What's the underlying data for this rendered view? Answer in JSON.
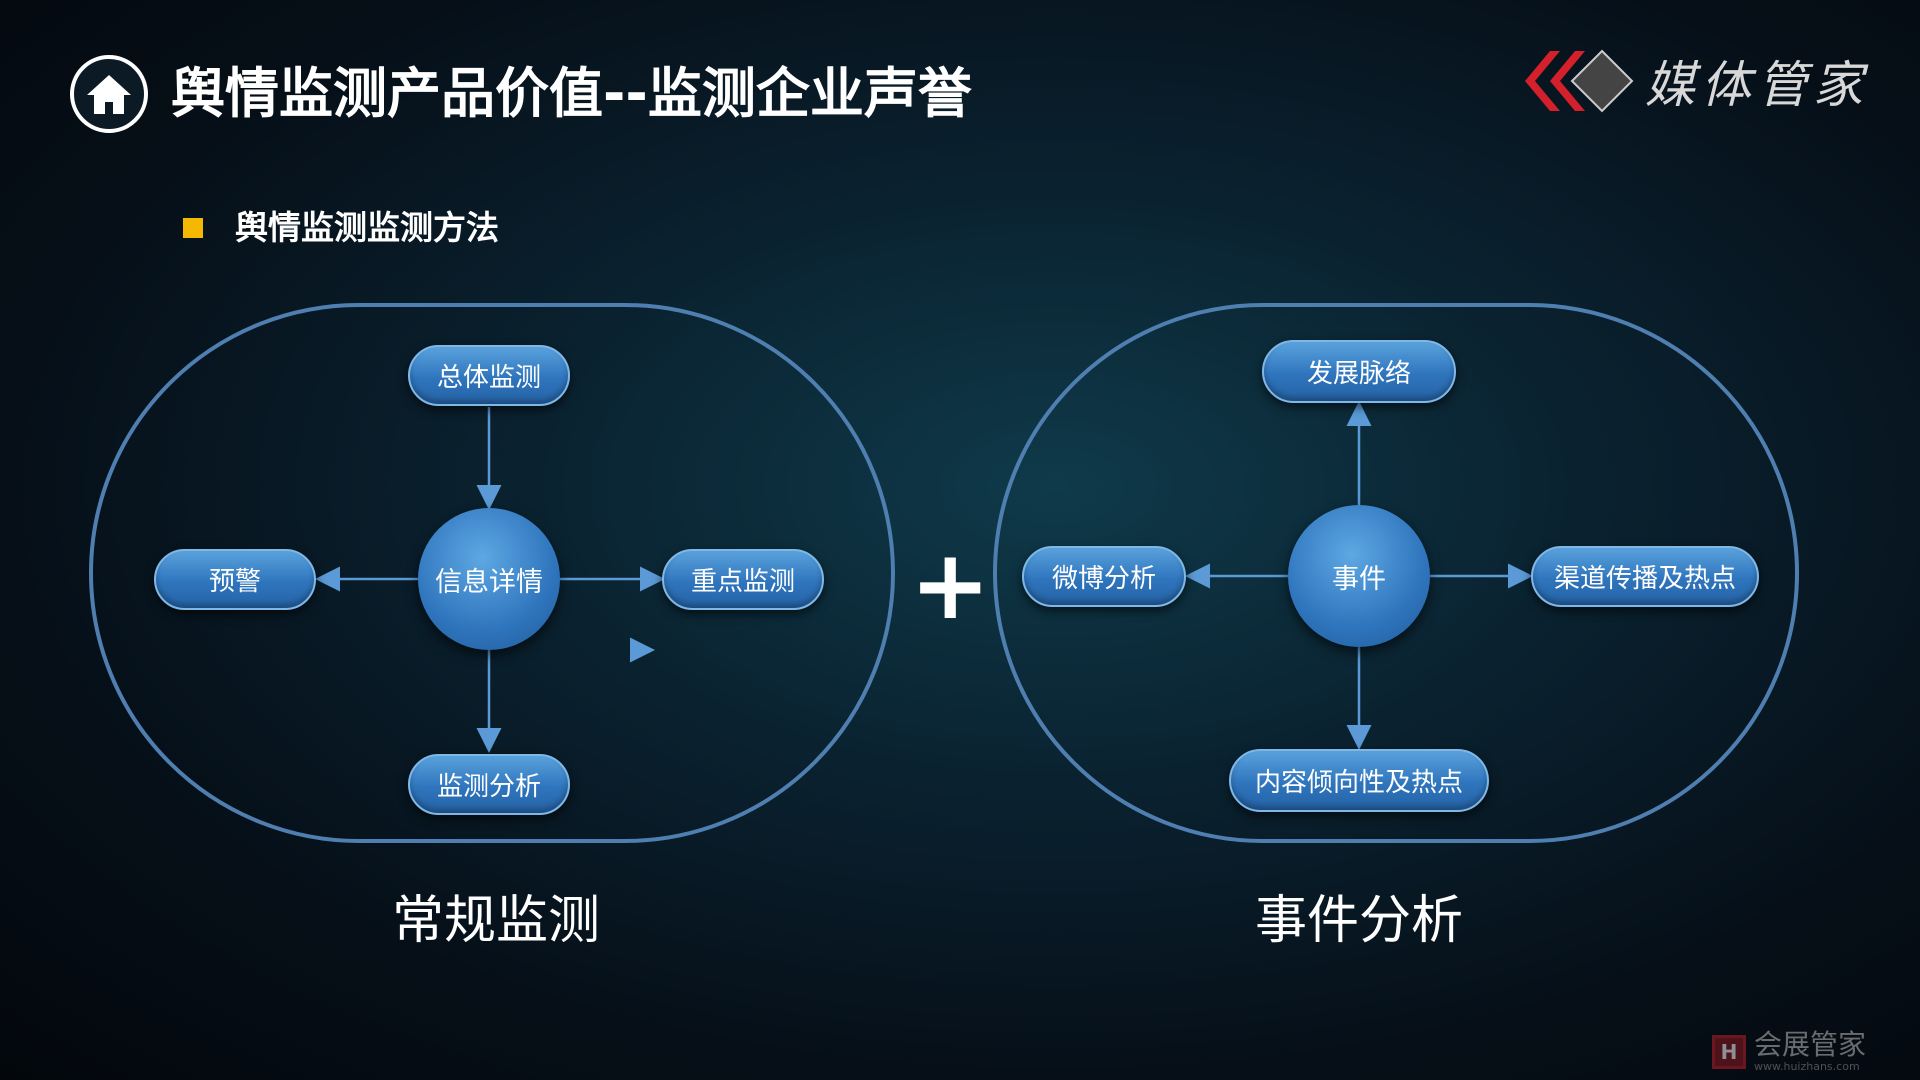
{
  "header": {
    "title": "舆情监测产品价值--监测企业声誉",
    "home_icon": "home-icon"
  },
  "logo": {
    "text": "媒体管家"
  },
  "section": {
    "bullet_color": "#f5b800",
    "subtitle": "舆情监测监测方法"
  },
  "left_diagram": {
    "label": "常规监测",
    "center": "信息详情",
    "top": "总体监测",
    "left": "预警",
    "right": "重点监测",
    "bottom": "监测分析"
  },
  "plus": "+",
  "right_diagram": {
    "label": "事件分析",
    "center": "事件",
    "top": "发展脉络",
    "left": "微博分析",
    "right": "渠道传播及热点",
    "bottom": "内容倾向性及热点"
  },
  "watermark": {
    "name": "会展管家",
    "url": "www.huizhans.com",
    "badge": "H"
  },
  "colors": {
    "node": "#2f75bd",
    "outline": "#5b8fc4",
    "accent": "#f5b800"
  }
}
